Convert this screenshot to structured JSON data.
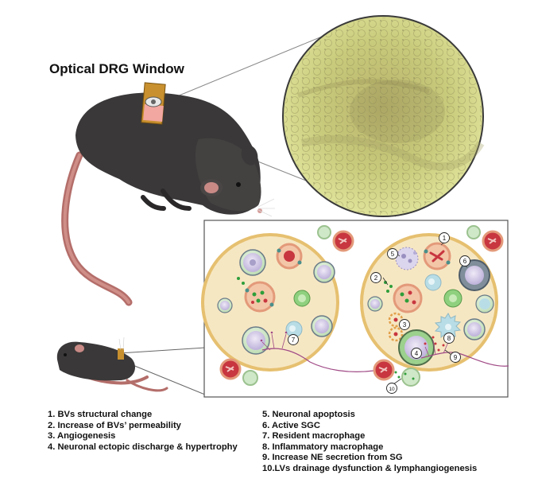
{
  "title": "Optical DRG Window",
  "markers": [
    "1",
    "2",
    "3",
    "4",
    "5",
    "6",
    "7",
    "8",
    "9",
    "10"
  ],
  "legend": {
    "left": [
      "1. BVs structural change",
      "2. Increase of BVs’ permeability",
      "3. Angiogenesis",
      "4. Neuronal ectopic discharge & hypertrophy"
    ],
    "right": [
      "5. Neuronal apoptosis",
      "6. Active SGC",
      "7. Resident macrophage",
      "8. Inflammatory macrophage",
      "9. Increase NE secretion from SG",
      "10.LVs drainage dysfunction & lymphangiogenesis"
    ]
  },
  "colors": {
    "mouse": "#3a3838",
    "tail": "#b46e6a",
    "drg_fill": "#f6e7c3",
    "drg_border": "#e6c070",
    "micro": "#cfd27a",
    "panel_border": "#555555",
    "neuron": "#d6cdea",
    "sgc": "#cfe8c8",
    "bv_red": "#c8363f",
    "bv_ring": "#e39a7a",
    "macrophage": "#b8dde6",
    "nerve": "#a04a86"
  }
}
